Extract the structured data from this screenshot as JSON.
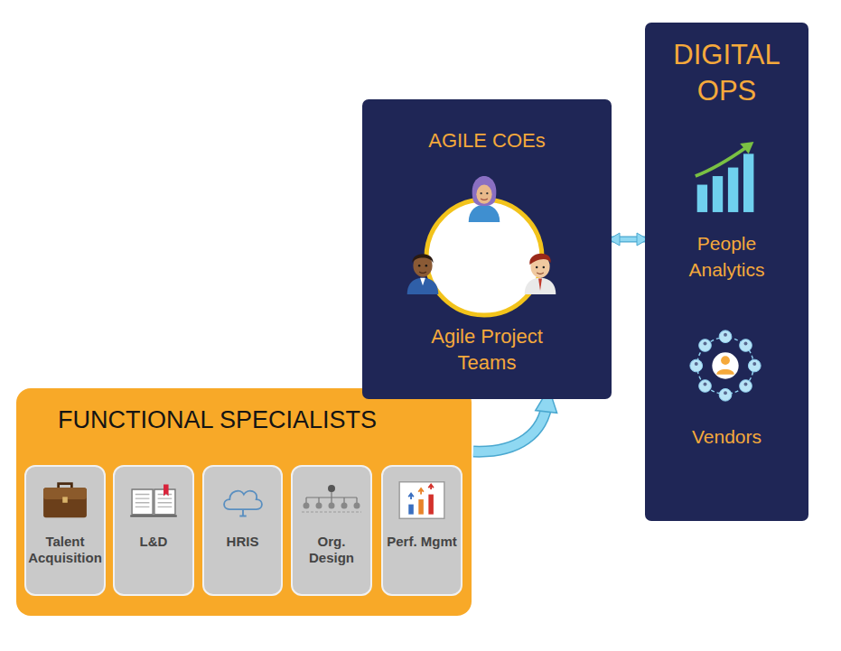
{
  "diagram": {
    "nodes": [
      {
        "text": [
          "AGILE COEs",
          "Agile Project Teams"
        ]
      },
      {
        "text": [
          "DIGITAL OPS",
          "People Analytics",
          "Vendors"
        ]
      },
      {
        "text": [
          "FUNCTIONAL SPECIALISTS"
        ]
      },
      {
        "text": [
          "Talent Acquisition"
        ],
        "in": 2
      },
      {
        "text": [
          "L&D"
        ],
        "in": 2
      },
      {
        "text": [
          "HRIS"
        ],
        "in": 2
      },
      {
        "text": [
          "Org. Design"
        ],
        "in": 2
      },
      {
        "text": [
          "Perf. Mgmt"
        ],
        "in": 2
      }
    ],
    "edges": [
      {
        "from": 2,
        "to": 0,
        "arrow": "to"
      },
      {
        "from": 0,
        "to": 1,
        "arrow": "both"
      }
    ]
  }
}
